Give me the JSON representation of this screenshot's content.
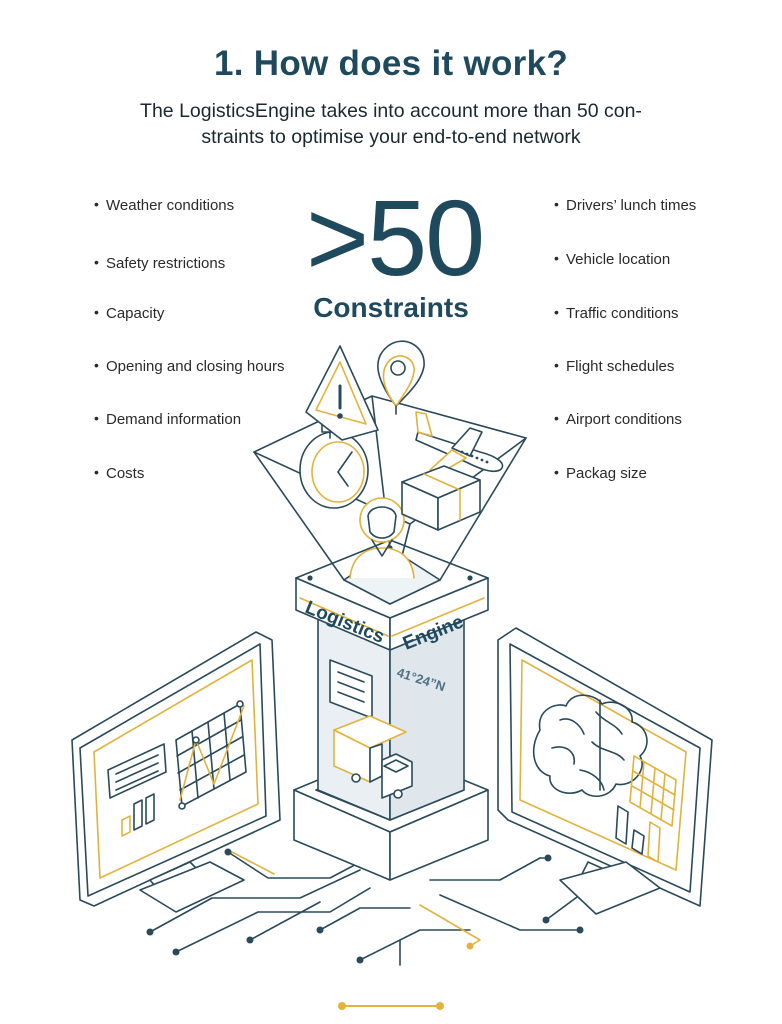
{
  "header": {
    "title": "1. How does it work?",
    "subtitle": "The LogisticsEngine takes into account more than 50 con-\nstraints to optimise your end-to-end network"
  },
  "highlight": {
    "number": ">50",
    "label": "Constraints"
  },
  "constraints_left": [
    "Weather conditions",
    "Safety restrictions",
    "Capacity",
    "Opening and closing hours",
    "Demand information",
    "Costs"
  ],
  "constraints_right": [
    "Drivers’ lunch times",
    "Vehicle location",
    "Traffic conditions",
    "Flight schedules",
    "Airport conditions",
    "Packag size"
  ],
  "engine": {
    "word1": "Logistics",
    "word2": "Engine",
    "coordinate": "41°24”N"
  },
  "colors": {
    "navy": "#1f4a5e",
    "gold": "#e2b33c",
    "line": "#2a4a5a"
  }
}
